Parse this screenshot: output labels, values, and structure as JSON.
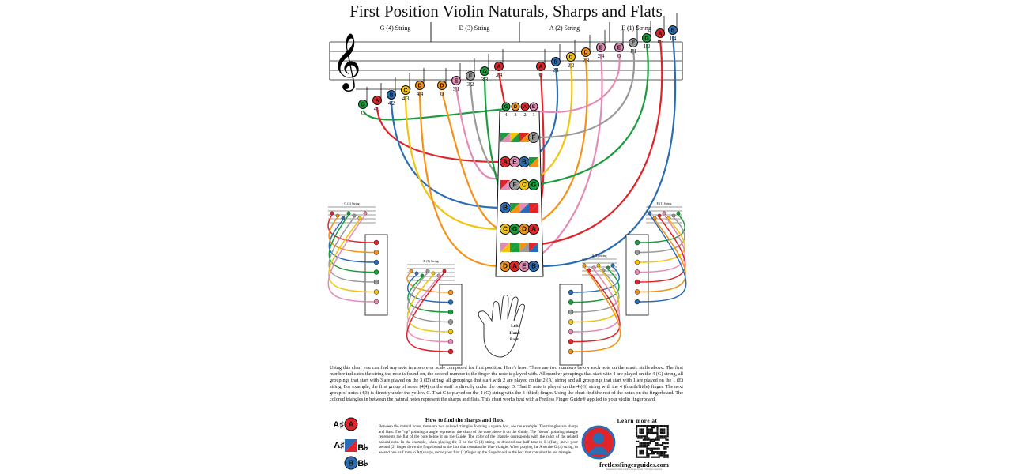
{
  "title": "First Position Violin Naturals, Sharps and Flats",
  "strings": [
    "G (4) String",
    "D (3) String",
    "A (2) String",
    "E (1) String"
  ],
  "staff_notes": [
    {
      "note": "G",
      "label": "O",
      "color": "#1a9d3c"
    },
    {
      "note": "A",
      "label": "4|1",
      "color": "#e0242a"
    },
    {
      "note": "B",
      "label": "4|2",
      "color": "#2b6db4"
    },
    {
      "note": "C",
      "label": "4|3",
      "color": "#f1c40f"
    },
    {
      "note": "D",
      "label": "4|4",
      "color": "#f39217"
    },
    {
      "note": "D",
      "label": "O",
      "color": "#f39217"
    },
    {
      "note": "E",
      "label": "3|1",
      "color": "#e48bb5"
    },
    {
      "note": "F",
      "label": "3|2",
      "color": "#9a9a9a"
    },
    {
      "note": "G",
      "label": "3|3",
      "color": "#1a9d3c"
    },
    {
      "note": "A",
      "label": "3|4",
      "color": "#e0242a"
    },
    {
      "note": "A",
      "label": "O",
      "color": "#e0242a"
    },
    {
      "note": "B",
      "label": "2|1",
      "color": "#2b6db4"
    },
    {
      "note": "C",
      "label": "2|2",
      "color": "#f1c40f"
    },
    {
      "note": "D",
      "label": "2|3",
      "color": "#f39217"
    },
    {
      "note": "E",
      "label": "2|4",
      "color": "#e48bb5"
    },
    {
      "note": "E",
      "label": "O",
      "color": "#e48bb5"
    },
    {
      "note": "F",
      "label": "1|1",
      "color": "#9a9a9a"
    },
    {
      "note": "G",
      "label": "1|2",
      "color": "#1a9d3c"
    },
    {
      "note": "A",
      "label": "1|3",
      "color": "#e0242a"
    },
    {
      "note": "B",
      "label": "1|4",
      "color": "#2b6db4"
    }
  ],
  "open_notes": [
    {
      "note": "G",
      "label": "4",
      "color": "#1a9d3c"
    },
    {
      "note": "D",
      "label": "3",
      "color": "#f39217"
    },
    {
      "note": "A",
      "label": "2",
      "color": "#e0242a"
    },
    {
      "note": "E",
      "label": "1",
      "color": "#e48bb5"
    }
  ],
  "fingerboard_rows": [
    {
      "notes": [
        {
          "note": "",
          "color": ""
        },
        {
          "note": "",
          "color": ""
        },
        {
          "note": "",
          "color": ""
        },
        {
          "note": "F",
          "color": "#9a9a9a"
        }
      ]
    },
    {
      "notes": [
        {
          "note": "A",
          "color": "#e0242a"
        },
        {
          "note": "E",
          "color": "#e48bb5"
        },
        {
          "note": "B",
          "color": "#2b6db4"
        },
        {
          "note": "",
          "color": ""
        }
      ]
    },
    {
      "notes": [
        {
          "note": "",
          "color": ""
        },
        {
          "note": "F",
          "color": "#9a9a9a"
        },
        {
          "note": "C",
          "color": "#f1c40f"
        },
        {
          "note": "G",
          "color": "#1a9d3c"
        }
      ]
    },
    {
      "notes": [
        {
          "note": "B",
          "color": "#2b6db4"
        },
        {
          "note": "",
          "color": ""
        },
        {
          "note": "",
          "color": ""
        },
        {
          "note": "",
          "color": ""
        }
      ]
    },
    {
      "notes": [
        {
          "note": "C",
          "color": "#f1c40f"
        },
        {
          "note": "G",
          "color": "#1a9d3c"
        },
        {
          "note": "D",
          "color": "#f39217"
        },
        {
          "note": "A",
          "color": "#e0242a"
        }
      ]
    },
    {
      "notes": [
        {
          "note": "",
          "color": ""
        },
        {
          "note": "",
          "color": ""
        },
        {
          "note": "",
          "color": ""
        },
        {
          "note": "",
          "color": ""
        }
      ]
    },
    {
      "notes": [
        {
          "note": "D",
          "color": "#f39217"
        },
        {
          "note": "A",
          "color": "#e0242a"
        },
        {
          "note": "E",
          "color": "#e48bb5"
        },
        {
          "note": "B",
          "color": "#2b6db4"
        }
      ]
    }
  ],
  "mini_titles": [
    "G (4) String",
    "D (3) String",
    "A (2) String",
    "E (1) String"
  ],
  "palm_label": [
    "Left",
    "Hand",
    "Palm"
  ],
  "body_text": "Using this chart you can find any note in a score or scale composed for first position. Here's how: There are two numbers below each note on the music staffs above. The first number indicates the string the note is found on, the second number is the finger the note is played with. All number groupings that start with 4 are played on the 4 (G) string, all groupings that start with 3 are played on the 3 (D) string, all groupings that start with 2 are played on the 2 (A) string and all groupings that start with 1 are played on the 1 (E) string. For example, the first group of notes (4|4) on the staff is directly under the orange D. That D note is played on the 4 (G) string with the 4 (fourth/little) finger. The next group of notes (4|3) is directly under the yellow C. That C is played on the 4 (G) string with the 3 (third) finger. Using the chart find the rest of the notes on the fingerboard. The colored triangles in between the natural notes represent the sharps and flats. This chart works best with a Fretless Finger Guide® applied to your violin fingerboard.",
  "how_title": "How to find the sharps and flats.",
  "how_text": "Between the natural notes, there are two colored triangles forming a square box, see the example. The triangles are sharps and flats. The \"up\" pointing triangle represents the sharp of the note above it on the Guide. The \"down\" pointing triangle represents the flat of the note below it on the Guide. The color of the triangle corresponds with the color of the related natural note. In the example, when playing the B on the G (4) string, to descend one half tone to B♭(flat), move your second (2) finger down the fingerboard to the box that contains the blue triangle. When playing the A on the G (4) string, to ascend one half tone to A♯(sharp), move your first (1) finger up the fingerboard to the box that contains the red triangle.",
  "legend_items": [
    "A♯",
    "A",
    "A♯",
    "B♭",
    "B",
    "B♭"
  ],
  "learn_more": "Learn more at",
  "website": "fretlessfingerguides.com",
  "legal": "Registered ©2011 Fretless Finger Guide ® All rights reserved",
  "colors": {
    "G": "#1a9d3c",
    "A": "#e0242a",
    "B": "#2b6db4",
    "C": "#f1c40f",
    "D": "#f39217",
    "E": "#e48bb5",
    "F": "#9a9a9a"
  }
}
